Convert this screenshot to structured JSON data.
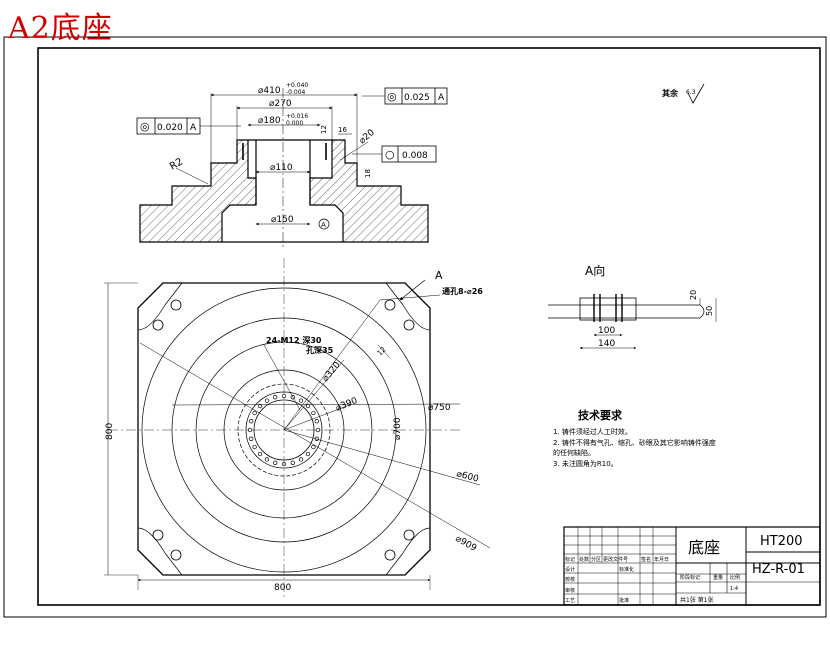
{
  "sheet_title": "A2底座",
  "section_view": {
    "dim_outer": "⌀410",
    "dim_outer_tol_upper": "+0.040",
    "dim_outer_tol_lower": "-0.004",
    "dim_mid": "⌀270",
    "dim_bore": "⌀180",
    "dim_bore_tol_upper": "+0.016",
    "dim_bore_tol_lower": "0.000",
    "dim_inner": "⌀110",
    "dim_bottom": "⌀150",
    "radius": "R2",
    "chamfer_label": "⌀20",
    "small_dim_12": "12",
    "small_dim_16": "16",
    "small_dim_18": "18",
    "datum": "A",
    "tol_box_left": {
      "symbol": "◎",
      "value": "0.020",
      "datum": "A"
    },
    "tol_box_right_top": {
      "symbol": "◎",
      "value": "0.025",
      "datum": "A"
    },
    "tol_box_right": {
      "symbol": "○",
      "value": "0.008"
    }
  },
  "roughness_note": "其余",
  "roughness_value": "6.3",
  "plan_view": {
    "view_arrow_label": "A",
    "through_hole_note": "通孔8-⌀26",
    "thread_note_line1": "24-M12 深30",
    "thread_note_line2": "孔深35",
    "dim_320": "⌀320",
    "dim_390": "⌀390",
    "dim_700": "⌀700",
    "dim_750": "⌀750",
    "dim_600": "⌀600",
    "dim_909": "⌀909",
    "dim_12": "12",
    "width_label": "800",
    "height_label": "800"
  },
  "a_view": {
    "title": "A向",
    "dim_100": "100",
    "dim_140": "140",
    "dim_20": "20",
    "dim_50": "50"
  },
  "tech_requirements": {
    "title": "技术要求",
    "items": [
      "1. 铸件须经过人工时效。",
      "2. 铸件不得有气孔、缩孔、砂眼及其它影响铸件强度",
      "   的任何缺陷。",
      "3. 未注圆角为R10。"
    ]
  },
  "title_block": {
    "part_name": "底座",
    "material": "HT200",
    "drawing_no": "HZ-R-01",
    "scale": "1:4",
    "sheet_info": "共1张 第1张",
    "col_labels": [
      "标记",
      "处数",
      "分区",
      "更改文件号",
      "签名",
      "年月日"
    ],
    "row_labels": [
      "设计",
      "校核",
      "审核",
      "工艺"
    ],
    "std_label": "标准化",
    "approve_label": "批准",
    "stage_label": "阶段标记",
    "weight_label": "重量",
    "scale_label": "比例"
  }
}
